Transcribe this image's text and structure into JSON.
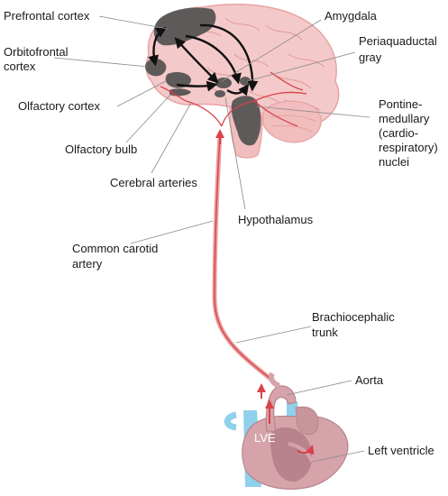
{
  "labels": {
    "prefrontal_cortex": "Prefrontal cortex",
    "orbitofrontal_cortex_line1": "Orbitofrontal",
    "orbitofrontal_cortex_line2": "cortex",
    "olfactory_cortex": "Olfactory cortex",
    "olfactory_bulb": "Olfactory bulb",
    "cerebral_arteries": "Cerebral arteries",
    "amygdala": "Amygdala",
    "periaqueductal_gray_line1": "Periaquaductal",
    "periaqueductal_gray_line2": "gray",
    "pontine_line1": "Pontine-",
    "pontine_line2": "medullary",
    "pontine_line3": "(cardio-",
    "pontine_line4": "respiratory)",
    "pontine_line5": "nuclei",
    "hypothalamus": "Hypothalamus",
    "common_carotid_line1": "Common carotid",
    "common_carotid_line2": "artery",
    "brachiocephalic_line1": "Brachiocephalic",
    "brachiocephalic_line2": "trunk",
    "aorta": "Aorta",
    "left_ventricle": "Left ventricle",
    "lve": "LVE"
  },
  "colors": {
    "brain_fill": "#f4c9c9",
    "brain_outline": "#e8a3a3",
    "gray_region": "#5f5a5a",
    "artery_red": "#d9434a",
    "artery_light": "#eba0a0",
    "heart_fill": "#d6a3ab",
    "vein_blue": "#8fd0ea",
    "arrow_black": "#111111"
  }
}
